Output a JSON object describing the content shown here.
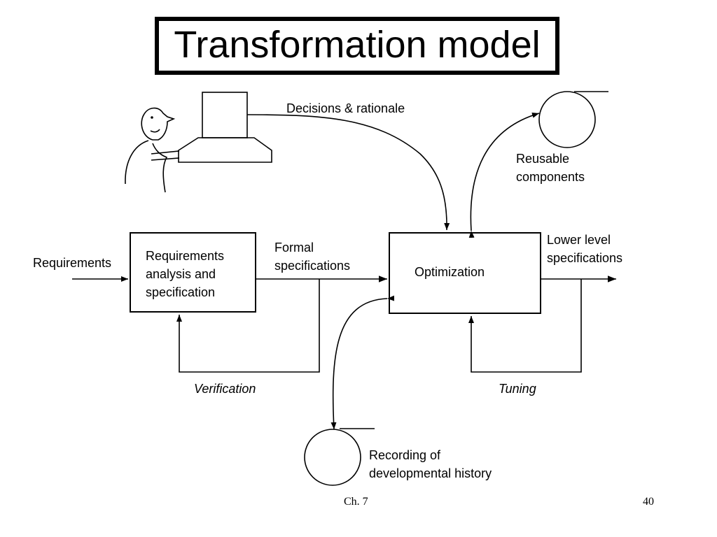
{
  "title": "Transformation model",
  "labels": {
    "decisions": "Decisions & rationale",
    "reusable_line1": "Reusable",
    "reusable_line2": "components",
    "requirements_input": "Requirements",
    "req_box_line1": "Requirements",
    "req_box_line2": "analysis and",
    "req_box_line3": "specification",
    "formal_line1": "Formal",
    "formal_line2": "specifications",
    "optimization": "Optimization",
    "lower_line1": "Lower level",
    "lower_line2": "specifications",
    "verification": "Verification",
    "tuning": "Tuning",
    "recording_line1": "Recording of",
    "recording_line2": "developmental history"
  },
  "footer": {
    "chapter": "Ch. 7",
    "page": "40"
  }
}
